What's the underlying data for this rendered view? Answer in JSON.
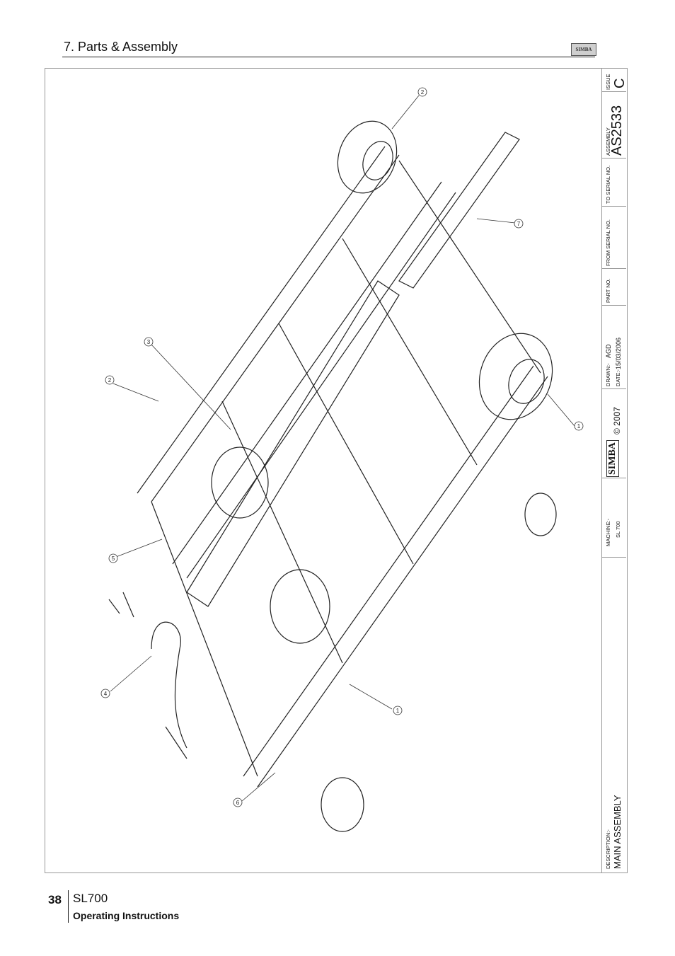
{
  "header": {
    "section_title": "7. Parts & Assembly",
    "logo_text": "SIMBA"
  },
  "title_block": {
    "issue_label": "ISSUE",
    "issue_value": "C",
    "assembly_label": "ASSEMBLY",
    "assembly_value": "AS2533",
    "to_serial_label": "TO SERIAL NO.",
    "from_serial_label": "FROM SERIAL NO.",
    "part_no_label": "PART NO.",
    "drawn_label": "DRAWN:-",
    "drawn_value": "AGD",
    "date_label": "DATE:-",
    "date_value": "15/03/2006",
    "copyright": "© 2007",
    "brand": "SIMBA",
    "machine_label": "MACHINE:-",
    "machine_value": "SL 700",
    "description_label": "DESCRIPTION:-",
    "description_value": "MAIN ASSEMBLY"
  },
  "callouts": [
    "2",
    "7",
    "3",
    "2",
    "1",
    "5",
    "4",
    "1",
    "6"
  ],
  "footer": {
    "page_number": "38",
    "model": "SL700",
    "subtitle": "Operating Instructions"
  }
}
